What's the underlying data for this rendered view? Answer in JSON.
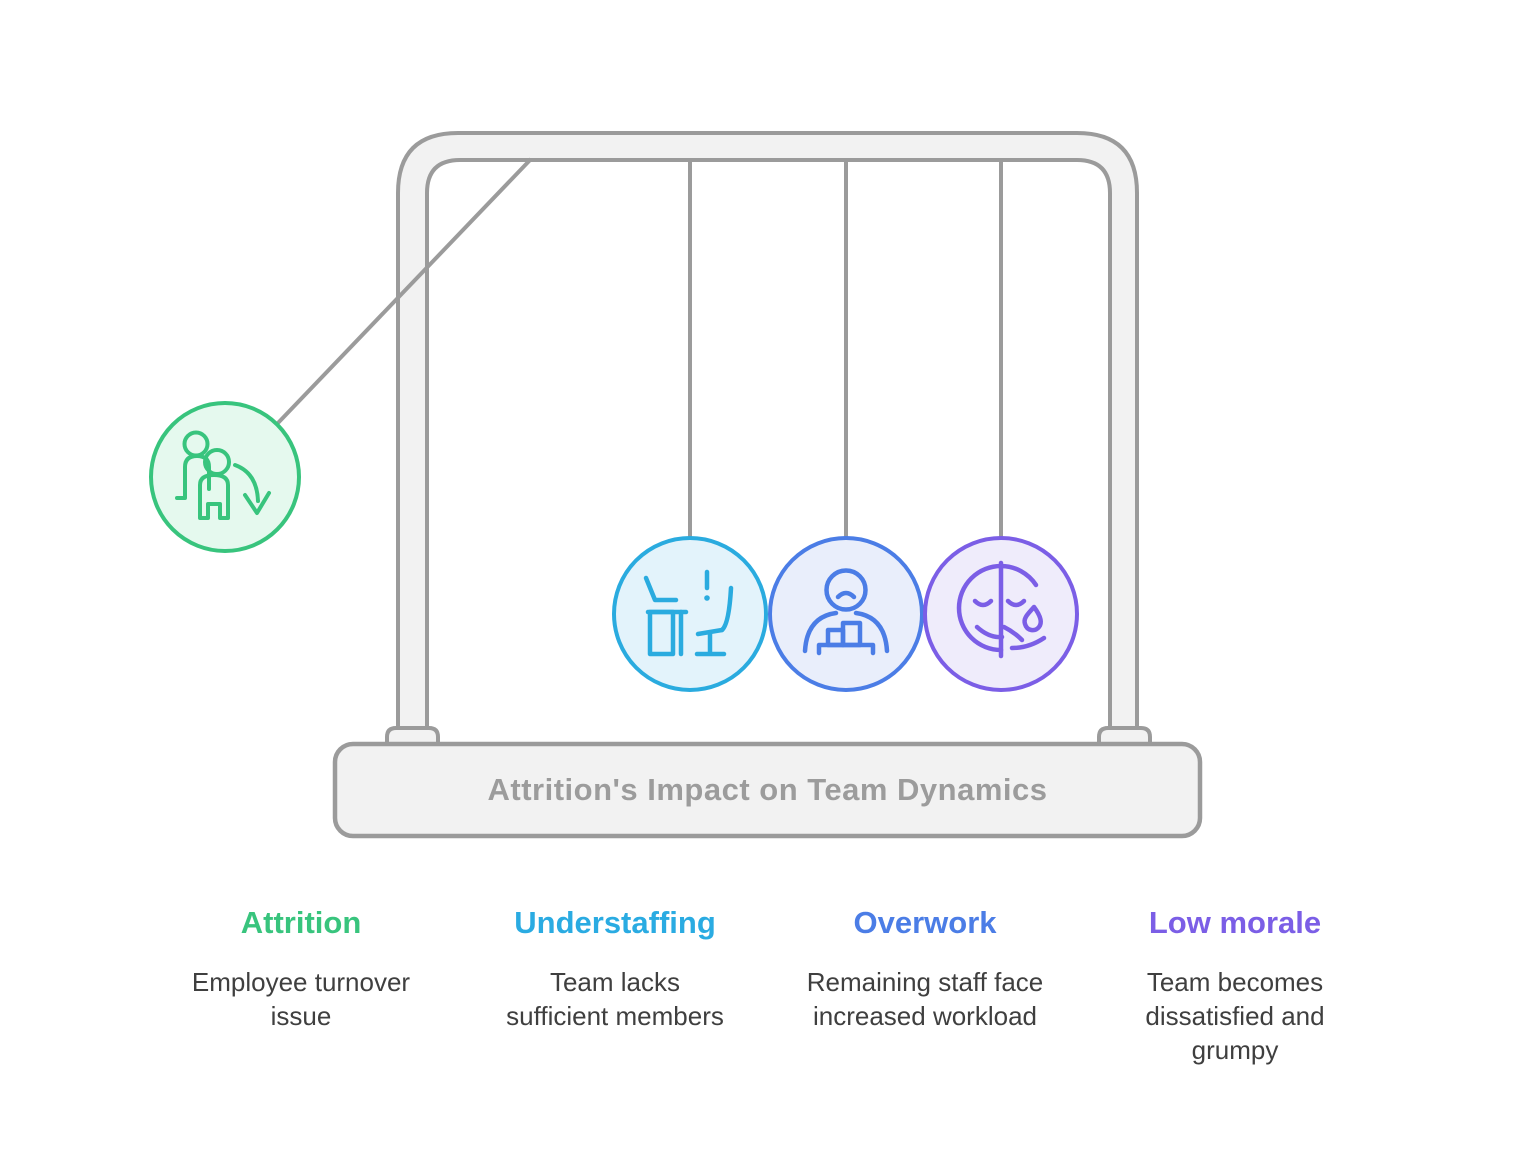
{
  "title": "Attrition's Impact on Team Dynamics",
  "colors": {
    "frame_stroke": "#9b9b9b",
    "frame_fill": "#f2f2f2",
    "title_text": "#9c9c9c",
    "body_text": "#3f3f3f",
    "green": "#38c47d",
    "green_bg": "#e5f9ee",
    "cyan": "#2aabdf",
    "cyan_bg": "#e3f3fb",
    "blue": "#4b7de6",
    "blue_bg": "#e9eefb",
    "purple": "#7b5ee6",
    "purple_bg": "#efecfb"
  },
  "balls": [
    {
      "id": "attrition",
      "icon": "employee-turnover-icon"
    },
    {
      "id": "understaffing",
      "icon": "empty-desk-icon"
    },
    {
      "id": "overwork",
      "icon": "overloaded-worker-icon"
    },
    {
      "id": "low-morale",
      "icon": "sad-face-tear-icon"
    }
  ],
  "columns": [
    {
      "heading": "Attrition",
      "color": "#38c47d",
      "description": "Employee turnover\nissue"
    },
    {
      "heading": "Understaffing",
      "color": "#2aabe2",
      "description": "Team lacks\nsufficient members"
    },
    {
      "heading": "Overwork",
      "color": "#4b7de6",
      "description": "Remaining staff face\nincreased workload"
    },
    {
      "heading": "Low morale",
      "color": "#7b5ee6",
      "description": "Team becomes\ndissatisfied and\ngrumpy"
    }
  ]
}
